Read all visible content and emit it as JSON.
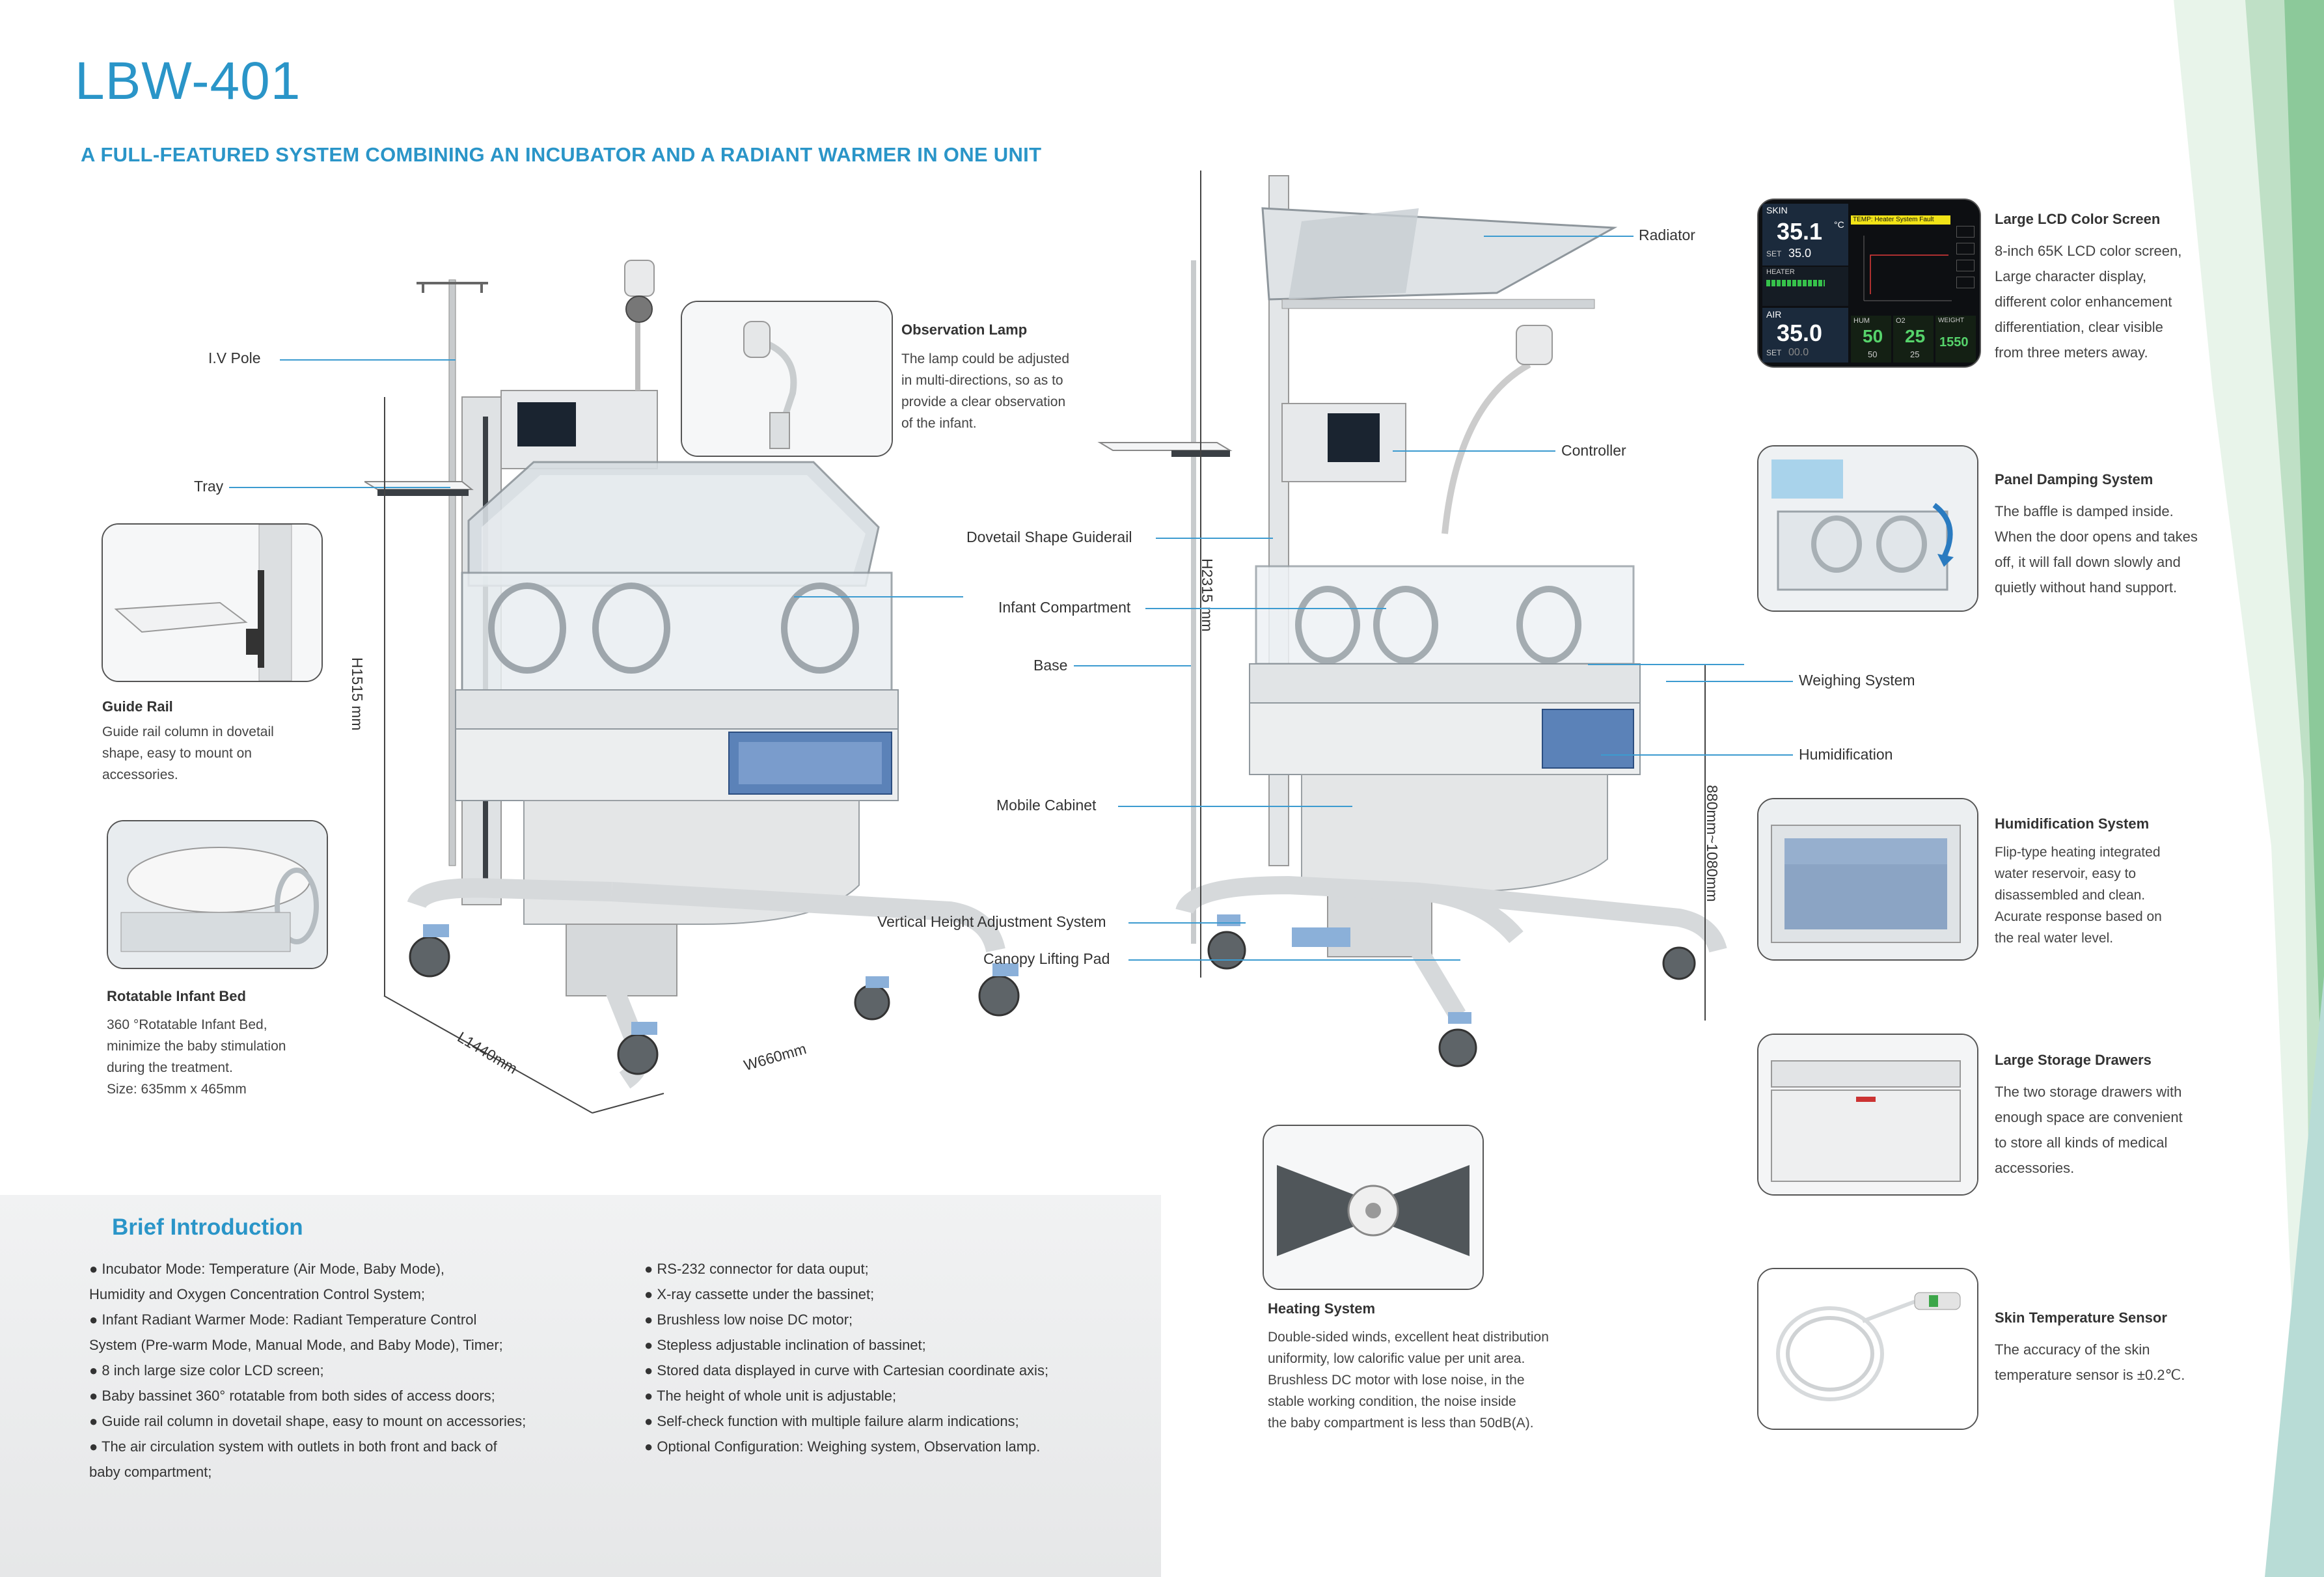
{
  "header": {
    "model": "LBW-401",
    "subtitle": "A FULL-FEATURED SYSTEM COMBINING AN INCUBATOR AND A RADIANT WARMER IN ONE UNIT"
  },
  "left_unit": {
    "callouts": {
      "iv_pole": "I.V  Pole",
      "tray": "Tray"
    },
    "dimensions": {
      "height": "H1515 mm",
      "length": "L1440mm",
      "width": "W660mm"
    }
  },
  "right_unit": {
    "callouts": {
      "radiator": "Radiator",
      "controller": "Controller",
      "dovetail": "Dovetail Shape Guiderail",
      "infant_compartment": "Infant Compartment",
      "base": "Base",
      "weighing": "Weighing System",
      "humidification": "Humidification",
      "mobile_cabinet": "Mobile Cabinet",
      "vertical_height": "Vertical Height Adjustment System",
      "canopy_pad": "Canopy Lifting Pad"
    },
    "dimensions": {
      "height": "H2315 mm",
      "range": "880mm~1080mm"
    }
  },
  "features": {
    "observation_lamp": {
      "title": "Observation Lamp",
      "lines": [
        "The lamp could be adjusted",
        "in multi-directions, so as to",
        "provide a clear observation",
        "of the infant."
      ]
    },
    "guide_rail": {
      "title": "Guide Rail",
      "lines": [
        "Guide rail column in dovetail",
        "shape, easy to mount on",
        "accessories."
      ]
    },
    "rotatable_bed": {
      "title": "Rotatable Infant Bed",
      "lines": [
        "360 °Rotatable Infant Bed,",
        "minimize the baby stimulation",
        "during the treatment.",
        "Size: 635mm x 465mm"
      ]
    },
    "heating": {
      "title": "Heating System",
      "lines": [
        "Double-sided winds, excellent heat distribution",
        "uniformity, low calorific value per unit area.",
        "Brushless DC motor with lose noise, in the",
        "stable working condition, the noise inside",
        "the baby compartment is less than 50dB(A)."
      ]
    },
    "lcd": {
      "title": "Large LCD Color Screen",
      "lines": [
        "8-inch 65K LCD color screen,",
        "Large character display,",
        "different color enhancement",
        "differentiation,  clear visible",
        "from three meters away."
      ]
    },
    "panel_damping": {
      "title": "Panel Damping System",
      "lines": [
        "The baffle is damped inside.",
        "When the door opens and takes",
        "off, it will fall down slowly and",
        "quietly without hand support."
      ]
    },
    "humidification_system": {
      "title": "Humidification System",
      "lines": [
        "Flip-type heating integrated",
        "water reservoir, easy to",
        "disassembled and clean.",
        "Acurate response based on",
        "the real water level."
      ]
    },
    "storage": {
      "title": "Large Storage Drawers",
      "lines": [
        "The two storage drawers with",
        "enough space are convenient",
        "to store all kinds of medical",
        "accessories."
      ]
    },
    "skin_sensor": {
      "title": "Skin Temperature Sensor",
      "lines": [
        "The accuracy of the skin",
        "temperature sensor is ±0.2℃."
      ]
    }
  },
  "lcd_screen": {
    "skin_label": "SKIN",
    "skin_value": "35.1",
    "skin_unit": "°C",
    "skin_set_label": "SET",
    "skin_set": "35.0",
    "alarm": "TEMP: Heater System Fault",
    "heater_label": "HEATER",
    "air_label": "AIR",
    "air_value": "35.0",
    "air_set_label": "SET",
    "air_set": "00.0",
    "hum_label": "HUM",
    "hum_value": "50",
    "hum_set": "50",
    "o2_label": "O2",
    "o2_value": "25",
    "o2_set": "25",
    "weight_label": "WEIGHT",
    "weight_value": "1550"
  },
  "brief": {
    "title": "Brief Introduction",
    "left": [
      "● Incubator Mode: Temperature (Air Mode, Baby Mode),",
      "   Humidity and Oxygen Concentration Control System;",
      "● Infant Radiant Warmer Mode: Radiant Temperature Control",
      "  System  (Pre-warm Mode, Manual Mode, and Baby Mode), Timer;",
      "● 8 inch large size color LCD screen;",
      "● Baby bassinet 360° rotatable from both sides of access doors;",
      "● Guide rail column in dovetail shape, easy to mount on accessories;",
      "● The air circulation system with outlets in both front and back of",
      "   baby compartment;"
    ],
    "right": [
      "● RS-232 connector for data ouput;",
      "● X-ray cassette under the bassinet;",
      "● Brushless low noise DC motor;",
      "● Stepless adjustable inclination of bassinet;",
      "● Stored data displayed in curve with Cartesian coordinate axis;",
      "● The height of whole unit is adjustable;",
      "● Self-check function with multiple failure alarm indications;",
      "● Optional Configuration: Weighing system, Observation lamp."
    ]
  },
  "colors": {
    "accent": "#2a95c8",
    "callout_line": "#3c9bd0",
    "green_band": "#8cc99a"
  }
}
